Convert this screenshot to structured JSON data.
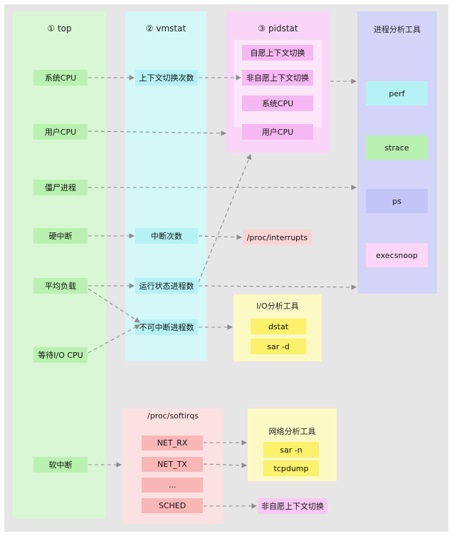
{
  "columns": {
    "top": "① top",
    "vmstat": "② vmstat",
    "pidstat": "③ pidstat",
    "process_tools": "进程分析工具"
  },
  "top_items": [
    "系统CPU",
    "用户CPU",
    "僵尸进程",
    "硬中断",
    "平均负载",
    "等待I/O CPU",
    "软中断"
  ],
  "vmstat_items": [
    "上下文切换次数",
    "中断次数",
    "运行状态进程数",
    "不可中断进程数"
  ],
  "pidstat_items": [
    "自愿上下文切换",
    "非自愿上下文切换",
    "系统CPU",
    "用户CPU"
  ],
  "process_tools": [
    "perf",
    "strace",
    "ps",
    "execsnoop"
  ],
  "interrupts_file": "/proc/interrupts",
  "io_tools": {
    "title": "I/O分析工具",
    "items": [
      "dstat",
      "sar -d"
    ]
  },
  "softirqs": {
    "title": "/proc/softirqs",
    "items": [
      "NET_RX",
      "NET_TX",
      "...",
      "SCHED"
    ]
  },
  "net_tools": {
    "title": "网络分析工具",
    "items": [
      "sar -n",
      "tcpdump"
    ]
  },
  "sched_target": "非自愿上下文切换",
  "colors": {
    "top_panel": "#d9f7d4",
    "vmstat_panel": "#d4f7f8",
    "pidstat_panel": "#f9d6f8",
    "tools_panel": "#d4d4f8",
    "green": "#b9f2b0",
    "cyan": "#b5f2f5",
    "pink": "#f6b8f2",
    "red": "#f9b6b6",
    "yellow": "#fbf16a",
    "arrow": "#8c8c8c"
  }
}
